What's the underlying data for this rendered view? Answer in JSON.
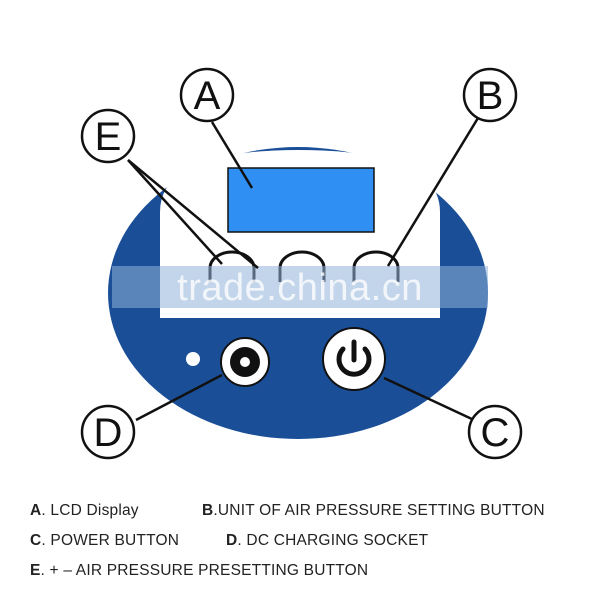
{
  "callouts": {
    "a": "A",
    "b": "B",
    "c": "C",
    "d": "D",
    "e": "E"
  },
  "watermark": "trade.china.cn",
  "legend": {
    "a_letter": "A",
    "a_text": ". LCD Display",
    "b_letter": "B",
    "b_text": ".UNIT  OF  AIR  PRESSURE  SETTING  BUTTON",
    "c_letter": "C",
    "c_text": ".  POWER  BUTTON",
    "d_letter": "D",
    "d_text": ".  DC CHARGING SOCKET",
    "e_letter": "E",
    "e_text": ".  + –  AIR PRESSURE PRESETTING BUTTON"
  },
  "colors": {
    "panel_blue": "#1a4f98",
    "lcd_blue": "#2f8ff2",
    "watermark_band": "#8fb3d9"
  },
  "icons": {
    "power": "power-icon",
    "socket": "dc-socket-icon",
    "indicator": "indicator-dot"
  }
}
